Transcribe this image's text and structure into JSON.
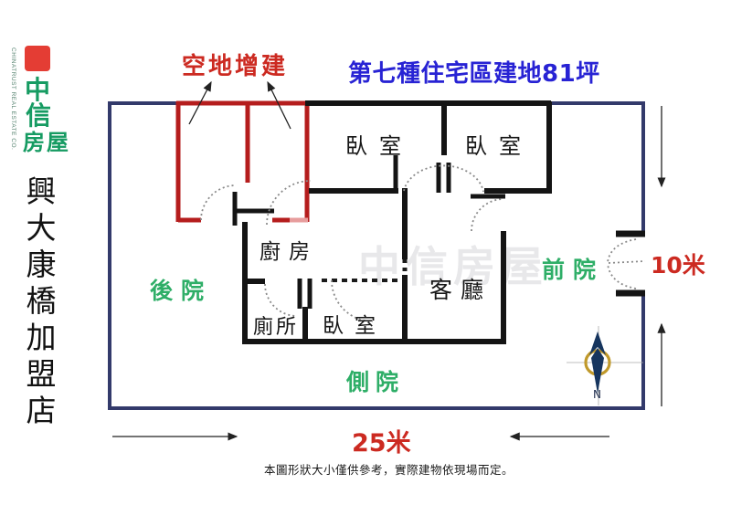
{
  "branding": {
    "logo_char1": "中",
    "logo_char2": "信",
    "logo_char3": "房屋",
    "company_en": "CHINATRUST REAL ESTATE CO.",
    "store_name": "興大康橋加盟店"
  },
  "titles": {
    "addition_note": "空地增建",
    "zoning_title": "第七種住宅區建地81坪"
  },
  "rooms": {
    "bedroom_top_left": "臥室",
    "bedroom_top_right": "臥室",
    "kitchen": "廚房",
    "toilet": "廁所",
    "bedroom_small": "臥室",
    "living_room": "客廳"
  },
  "yards": {
    "back_yard": "後院",
    "front_yard": "前院",
    "side_yard": "側院"
  },
  "dimensions": {
    "frontage": "25米",
    "depth": "10米"
  },
  "compass": {
    "north_label": "N"
  },
  "watermark": "中信房屋",
  "disclaimer": "本圖形狀大小僅供參考，實際建物依現場而定。",
  "colors": {
    "boundary_navy": "#333a6b",
    "wall_black": "#141414",
    "addition_red": "#b51d1d",
    "yard_green": "#2eae67",
    "dimension_red": "#cc2a21",
    "title_blue": "#2823d4",
    "logo_red": "#e43d34",
    "logo_green": "#169b62",
    "compass_gold": "#c0992b"
  }
}
